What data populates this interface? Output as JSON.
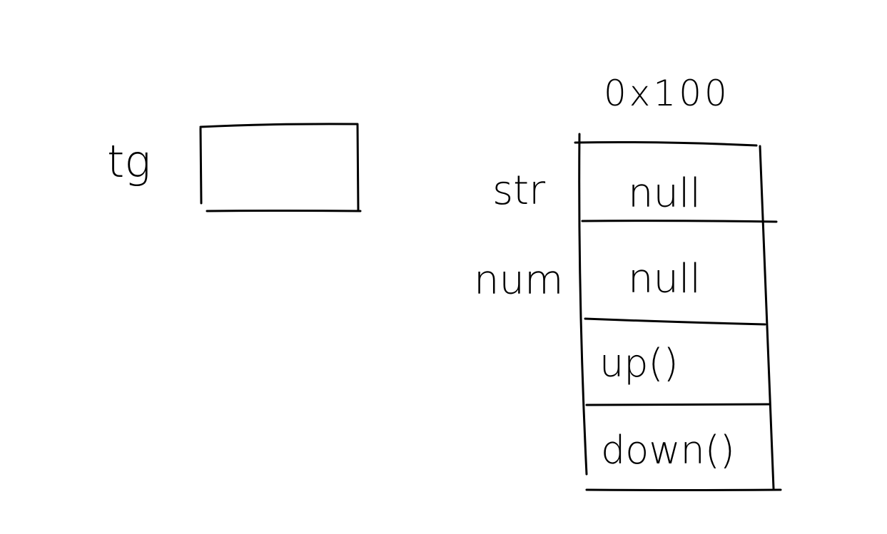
{
  "variable": {
    "name": "tg"
  },
  "object": {
    "address": "0x100",
    "fields": [
      {
        "name": "str",
        "value": "null"
      },
      {
        "name": "num",
        "value": "null"
      },
      {
        "name": "",
        "value": "up()"
      },
      {
        "name": "",
        "value": "down()"
      }
    ]
  }
}
